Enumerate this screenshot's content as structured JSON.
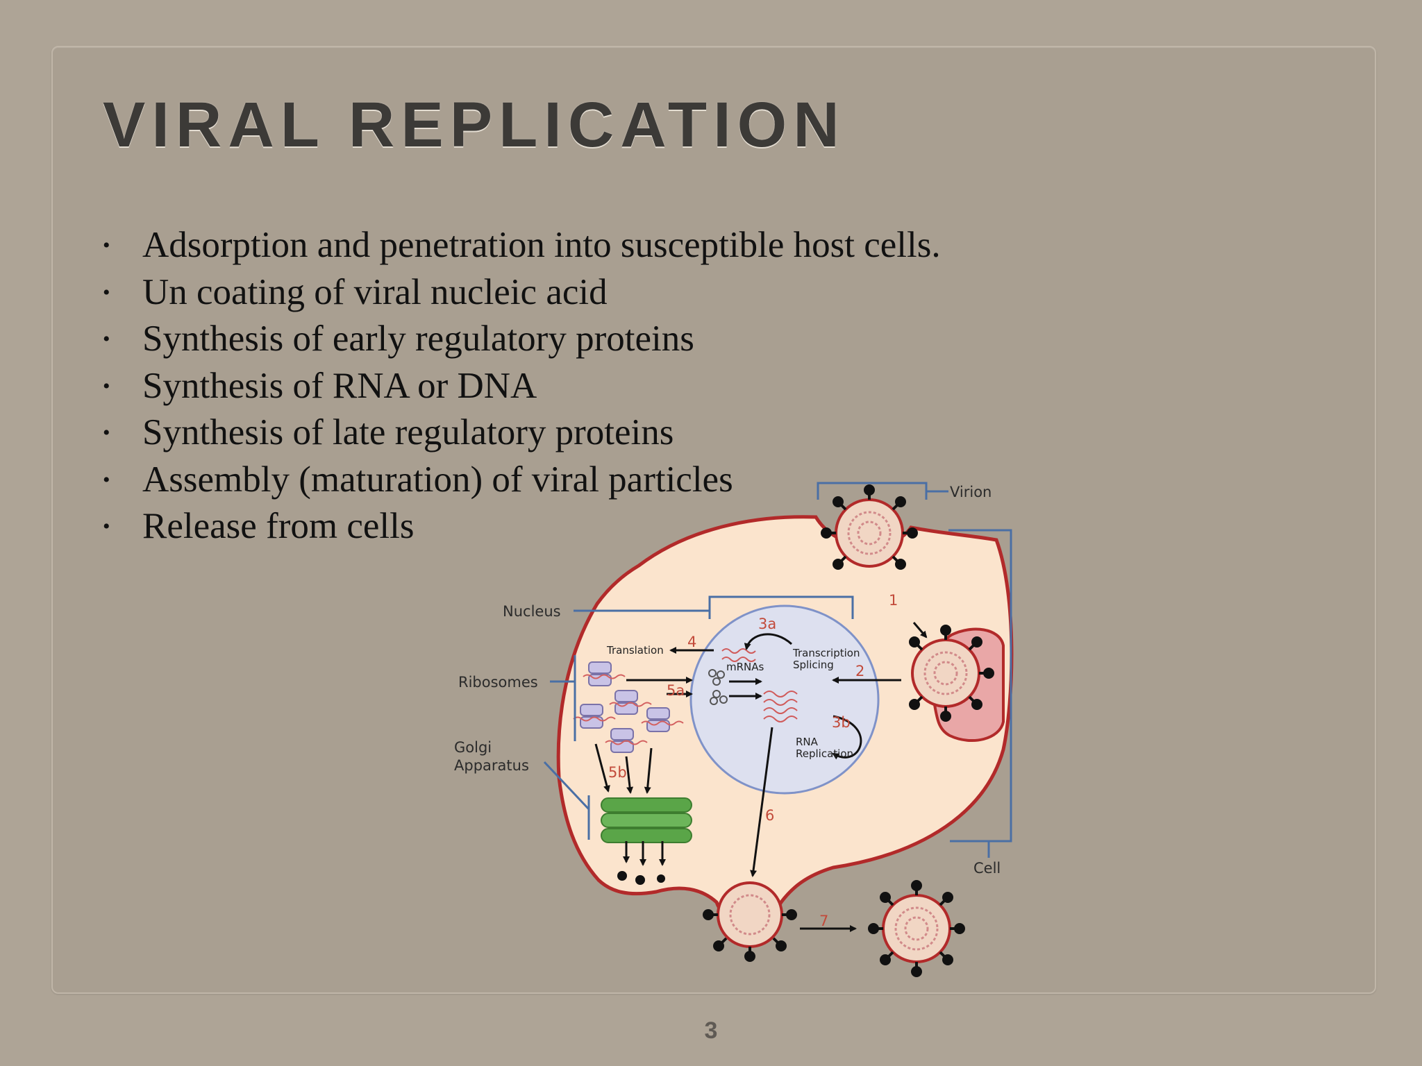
{
  "slide": {
    "title": "VIRAL REPLICATION",
    "page_number": "3",
    "bullets": [
      "Adsorption and penetration into susceptible host cells.",
      "Un coating of viral nucleic acid",
      "Synthesis of early regulatory proteins",
      "Synthesis of RNA or DNA",
      "Synthesis of late regulatory proteins",
      "Assembly (maturation) of viral particles",
      "Release from cells"
    ]
  },
  "diagram": {
    "labels": {
      "virion": "Virion",
      "cell": "Cell",
      "nucleus": "Nucleus",
      "ribosomes": "Ribosomes",
      "golgi_line1": "Golgi",
      "golgi_line2": "Apparatus",
      "translation": "Translation",
      "mrnas": "mRNAs",
      "transcription": "Transcription",
      "splicing": "Splicing",
      "rna_replication_line1": "RNA",
      "rna_replication_line2": "Replication"
    },
    "steps": {
      "s1": "1",
      "s2": "2",
      "s3a": "3a",
      "s3b": "3b",
      "s4": "4",
      "s5a": "5a",
      "s5b": "5b",
      "s6": "6",
      "s7": "7"
    },
    "colors": {
      "cell_fill": "#fbe4cd",
      "membrane": "#b22a2a",
      "nucleus_fill": "#dde0ef",
      "nucleus_border": "#7f92c8",
      "bracket": "#4a6fa5",
      "step_number": "#c24a3a",
      "golgi": "#5aa548",
      "ribosome": "#c9c3e6"
    }
  }
}
